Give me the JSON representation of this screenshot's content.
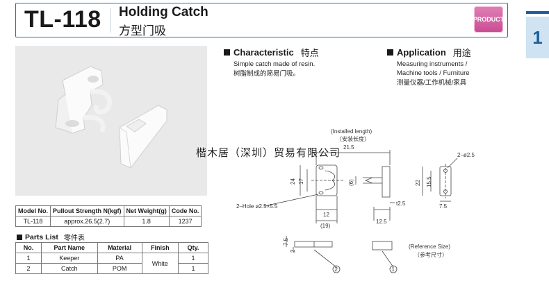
{
  "header": {
    "model": "TL-118",
    "title_en": "Holding Catch",
    "title_cn": "方型门吸",
    "badge": "PRODUCT"
  },
  "tab": {
    "number": "1"
  },
  "characteristic": {
    "title": "Characteristic",
    "title_cn": "特点",
    "line_en": "Simple catch made of resin.",
    "line_cn": "树脂制成的简易门吸。"
  },
  "application": {
    "title": "Application",
    "title_cn": "用途",
    "line1": "Measuring instruments /",
    "line2": "Machine tools / Furniture",
    "line_cn": "测量仪器/工作机械/家具"
  },
  "spec_table": {
    "headers": [
      "Model No.",
      "Pullout Strength N(kgf)",
      "Net Weight(g)",
      "Code No."
    ],
    "row": [
      "TL-118",
      "approx.26.5(2.7)",
      "1.8",
      "1237"
    ]
  },
  "parts": {
    "title": "Parts List",
    "title_cn": "零件表",
    "headers": [
      "No.",
      "Part Name",
      "Material",
      "Finish",
      "Qty."
    ],
    "rows": [
      [
        "1",
        "Keeper",
        "PA",
        "1"
      ],
      [
        "2",
        "Catch",
        "POM",
        "1"
      ]
    ],
    "finish": "White"
  },
  "watermark": "楷木居（深圳）贸易有限公司",
  "drawing": {
    "installed_length": "(Installed length)",
    "installed_length_cn": "（安装长度）",
    "dim_21_5": "21.5",
    "dim_24": "24",
    "dim_17": "17",
    "dim_6": "(6)",
    "dim_22": "22",
    "dim_15_5": "15.5",
    "dim_2_d2_5": "2–ø2.5",
    "hole_note": "2–Hole ø2.5×5.5",
    "dim_12": "12",
    "dim_19": "(19)",
    "dim_t2_5": "t2.5",
    "dim_12_5": "12.5",
    "dim_7_5": "7.5",
    "dim_7_5b": "7.5",
    "dim_2": "2",
    "reference": "(Reference Size)",
    "reference_cn": "（参考尺寸）",
    "callout_2": "2",
    "callout_1": "1"
  }
}
